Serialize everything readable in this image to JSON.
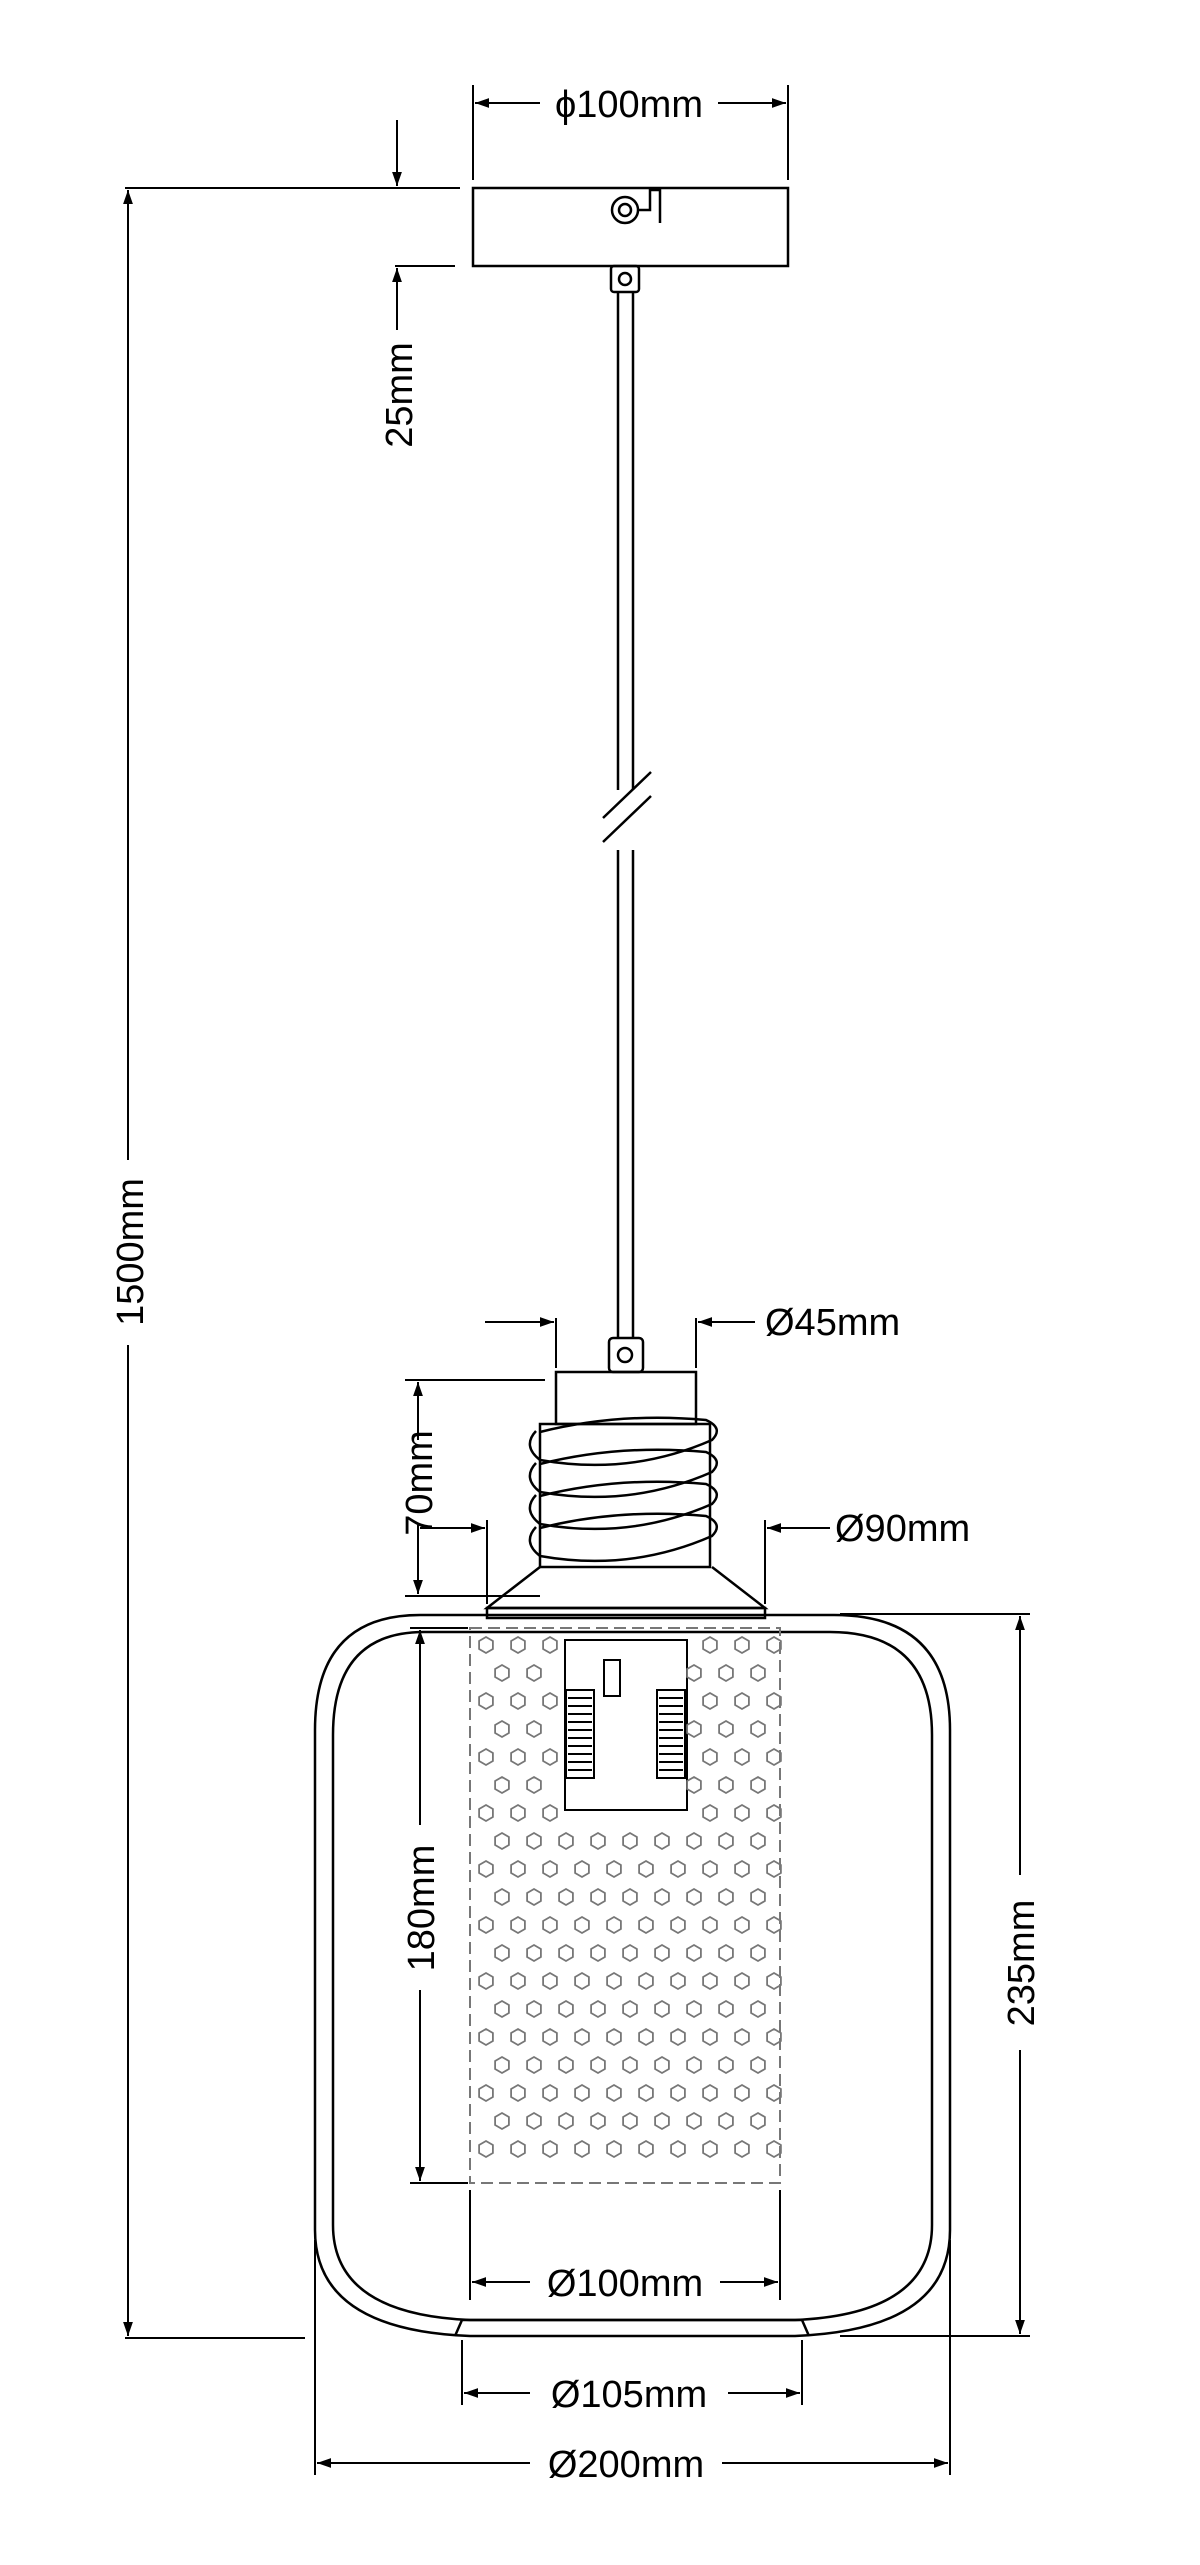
{
  "dimensions": {
    "canopy_diameter": "ϕ100mm",
    "canopy_height": "25mm",
    "total_height": "1500mm",
    "holder_diameter": "Ø45mm",
    "holder_height": "70mm",
    "collar_diameter": "Ø90mm",
    "inner_shade_height": "180mm",
    "shade_height": "235mm",
    "inner_shade_diameter": "Ø100mm",
    "opening_diameter": "Ø105mm",
    "shade_diameter": "Ø200mm"
  },
  "colors": {
    "line": "#000000",
    "background": "#ffffff",
    "inner_shade_line": "#777777"
  }
}
